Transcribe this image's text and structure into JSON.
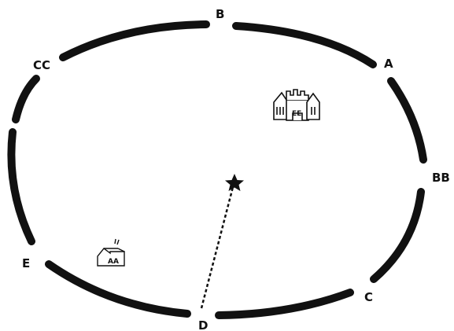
{
  "diagram": {
    "ring": {
      "segment_count": 8
    },
    "gates": [
      {
        "id": "B",
        "label": "B"
      },
      {
        "id": "A",
        "label": "A"
      },
      {
        "id": "BB",
        "label": "BB"
      },
      {
        "id": "C",
        "label": "C"
      },
      {
        "id": "D",
        "label": "D"
      },
      {
        "id": "E",
        "label": "E"
      },
      {
        "id": "CC",
        "label": "CC"
      }
    ],
    "buildings": [
      {
        "id": "EE",
        "label": "EE",
        "kind": "large-castle"
      },
      {
        "id": "AA",
        "label": "AA",
        "kind": "small-house"
      }
    ],
    "star_marker": {
      "icon": "star-icon"
    },
    "path": {
      "from": "D",
      "to": "star",
      "style": "dashed"
    },
    "colors": {
      "ink": "#111111",
      "background": "#ffffff"
    }
  }
}
